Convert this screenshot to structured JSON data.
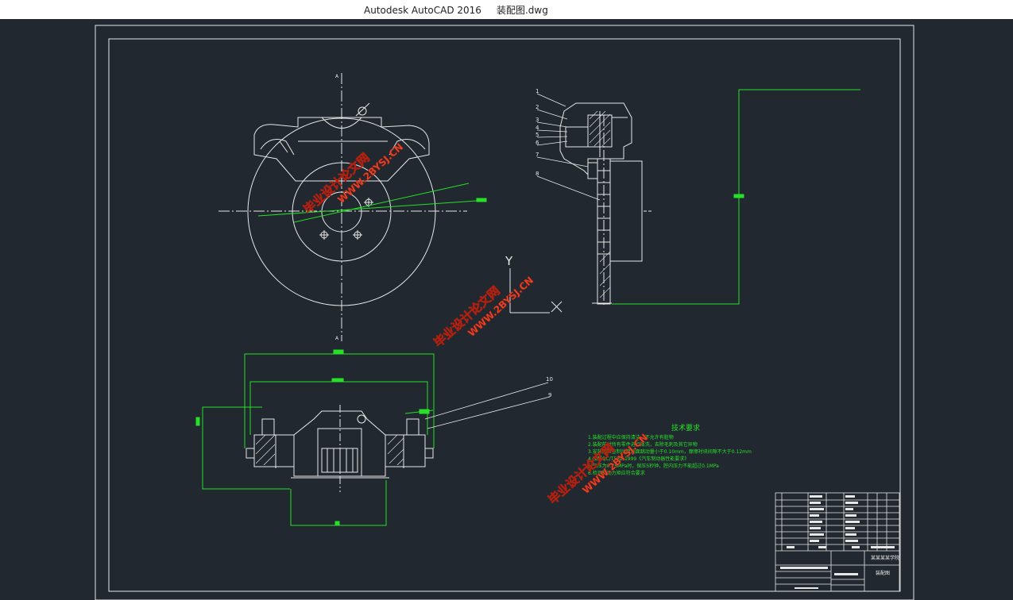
{
  "window": {
    "title": "Autodesk AutoCAD 2016     装配图.dwg"
  },
  "drawing": {
    "ucs": {
      "y_label": "Y",
      "x_label": "X"
    },
    "part_numbers": [
      "1",
      "2",
      "3",
      "4",
      "5",
      "6",
      "7",
      "8"
    ],
    "callouts_bottom": [
      "10",
      "9"
    ],
    "tech_requirements": {
      "title": "技术要求",
      "lines": [
        "1.装配过程中应保持清洁，不允许有脏物",
        "2.装配前对所有零件进行清洗，去除毛刺及其它异物",
        "3.安装后检查制动盘端面跳动量小于0.10mm，摩擦衬块间隙不大于0.12mm",
        "4.按照QC/T582-1999《汽车制动器性能要求》",
        "5.气压为0.75MPa时，保压5秒钟，腔内压力不能超过0.1MPa",
        "6.检测制动力矩应符合要求"
      ]
    },
    "title_block": {
      "company": "某某某某学院",
      "drawing_name": "装配图"
    }
  },
  "watermark": {
    "cn": "毕业设计论文网",
    "url": "WWW.2BYSJ.CN"
  }
}
